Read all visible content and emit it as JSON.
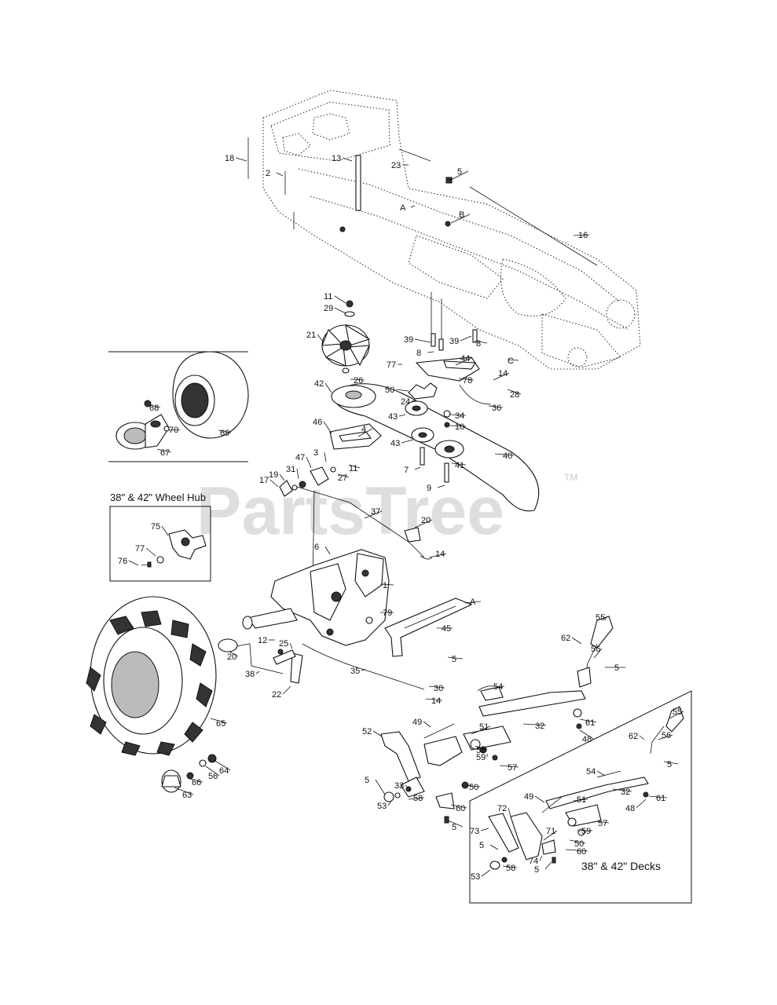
{
  "watermark": {
    "brand": "PartsTree",
    "trademark": "TM"
  },
  "insets": {
    "wheel_hub_title": "38\" & 42\" Wheel Hub",
    "decks_caption": "38\" & 42\" Decks"
  },
  "reference_letters": [
    "A",
    "B",
    "C",
    "A"
  ],
  "part_labels": [
    "18",
    "2",
    "13",
    "23",
    "5",
    "A",
    "B",
    "16",
    "11",
    "29",
    "21",
    "39",
    "8",
    "39",
    "8",
    "77",
    "44",
    "C",
    "78",
    "14",
    "28",
    "26",
    "42",
    "50",
    "24",
    "36",
    "34",
    "10",
    "68",
    "70",
    "69",
    "67",
    "46",
    "43",
    "43",
    "40",
    "4",
    "3",
    "11",
    "47",
    "27",
    "7",
    "41",
    "9",
    "17",
    "19",
    "31",
    "37",
    "20",
    "75",
    "77",
    "76",
    "6",
    "14",
    "1",
    "79",
    "A",
    "45",
    "12",
    "25",
    "5",
    "20",
    "38",
    "35",
    "22",
    "30",
    "14",
    "55",
    "62",
    "56",
    "5",
    "54",
    "61",
    "48",
    "32",
    "49",
    "51",
    "58",
    "59",
    "57",
    "52",
    "5",
    "33",
    "58",
    "53",
    "50",
    "60",
    "5",
    "65",
    "64",
    "56",
    "66",
    "63",
    "55",
    "56",
    "62",
    "5",
    "54",
    "32",
    "61",
    "48",
    "49",
    "51",
    "72",
    "73",
    "59",
    "57",
    "50",
    "71",
    "60",
    "5",
    "74",
    "5",
    "58",
    "53"
  ]
}
